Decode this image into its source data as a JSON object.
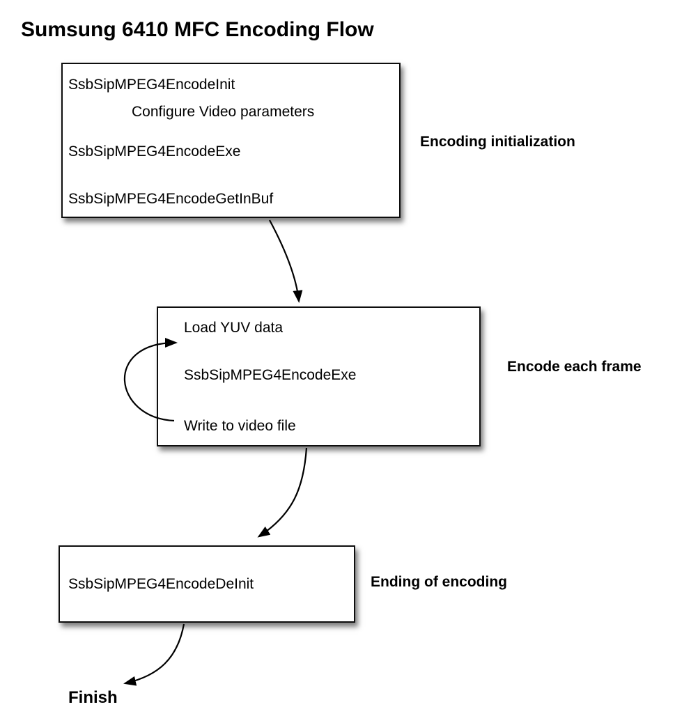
{
  "title": "Sumsung 6410 MFC Encoding Flow",
  "boxes": [
    {
      "id": "encoding-initialization",
      "lines": [
        "SsbSipMPEG4EncodeInit",
        "Configure Video parameters",
        "SsbSipMPEG4EncodeExe",
        "SsbSipMPEG4EncodeGetInBuf"
      ],
      "side_label": "Encoding initialization"
    },
    {
      "id": "encode-each-frame",
      "lines": [
        "Load YUV data",
        "SsbSipMPEG4EncodeExe",
        "Write to video file"
      ],
      "side_label": "Encode each frame"
    },
    {
      "id": "ending-of-encoding",
      "lines": [
        "SsbSipMPEG4EncodeDeInit"
      ],
      "side_label": "Ending of encoding"
    }
  ],
  "finish_label": "Finish",
  "arrows": [
    {
      "name": "init-to-encode",
      "from": "encoding-initialization",
      "to": "encode-each-frame"
    },
    {
      "name": "frame-loop",
      "from": "encode-each-frame",
      "to": "encode-each-frame"
    },
    {
      "name": "encode-to-deinit",
      "from": "encode-each-frame",
      "to": "ending-of-encoding"
    },
    {
      "name": "deinit-to-finish",
      "from": "ending-of-encoding",
      "to": "finish"
    }
  ],
  "colors": {
    "background": "#ffffff",
    "box_fill": "#ffffff",
    "box_border": "#0d0d0d",
    "text": "#000000",
    "arrow": "#000000",
    "shadow": "rgba(0,0,0,0.5)"
  }
}
